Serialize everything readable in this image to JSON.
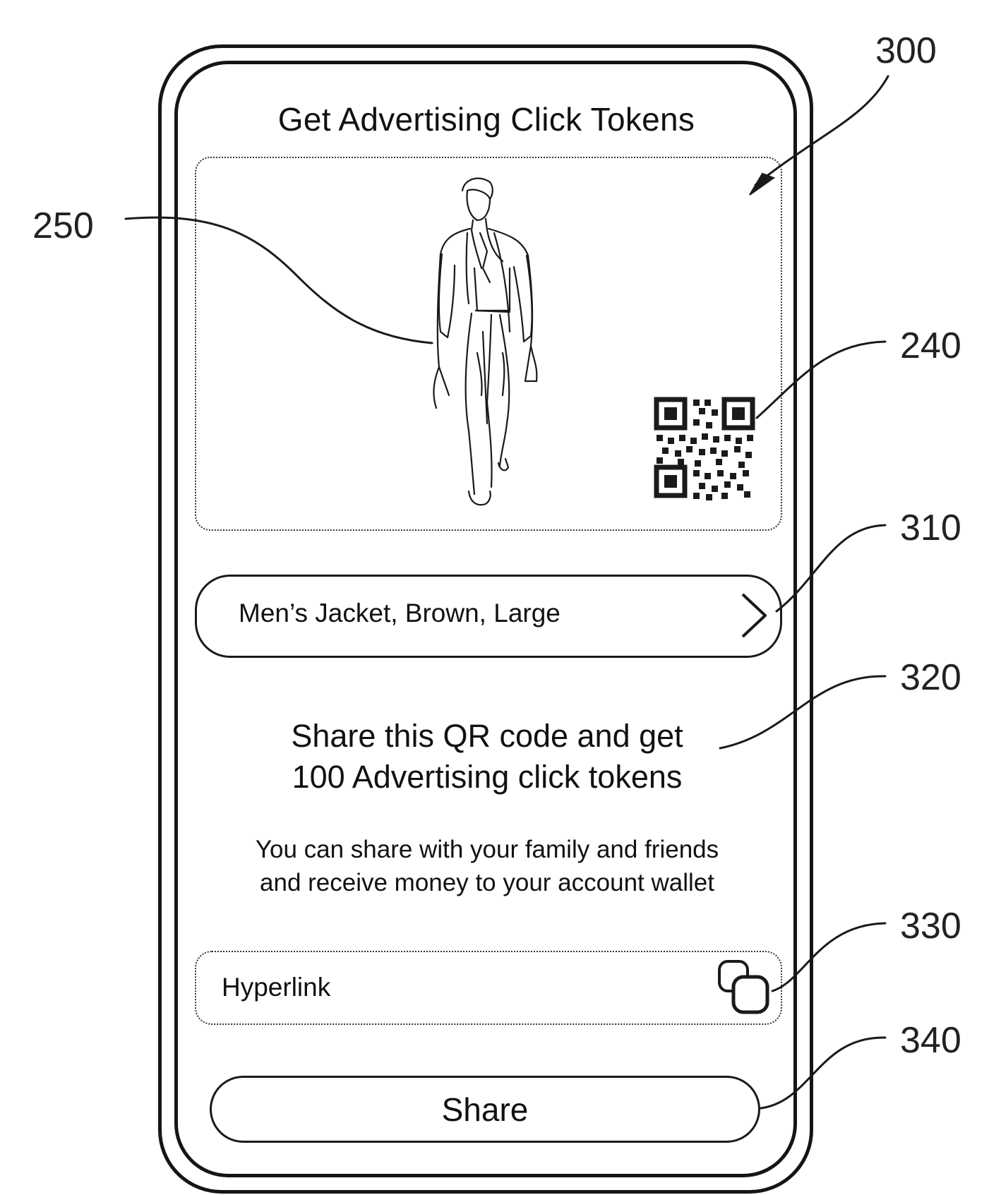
{
  "screen": {
    "title": "Get Advertising Click Tokens"
  },
  "ad_panel": {
    "image": "fashion-model-walking-icon",
    "qr": "qr-code-icon"
  },
  "product": {
    "label": "Men’s Jacket, Brown, Large",
    "icon": "chevron-right-icon"
  },
  "promo": {
    "line1": "Share this QR code and get",
    "line2": "100 Advertising click tokens"
  },
  "description": {
    "line1": "You can share with your family and friends",
    "line2": "and receive money to your account wallet"
  },
  "link": {
    "label": "Hyperlink",
    "icon": "copy-icon"
  },
  "share_button": {
    "label": "Share"
  },
  "reference_numerals": {
    "device": "300",
    "model_image": "250",
    "qr_code": "240",
    "product_row": "310",
    "promo_text": "320",
    "copy_link": "330",
    "share_button": "340"
  }
}
